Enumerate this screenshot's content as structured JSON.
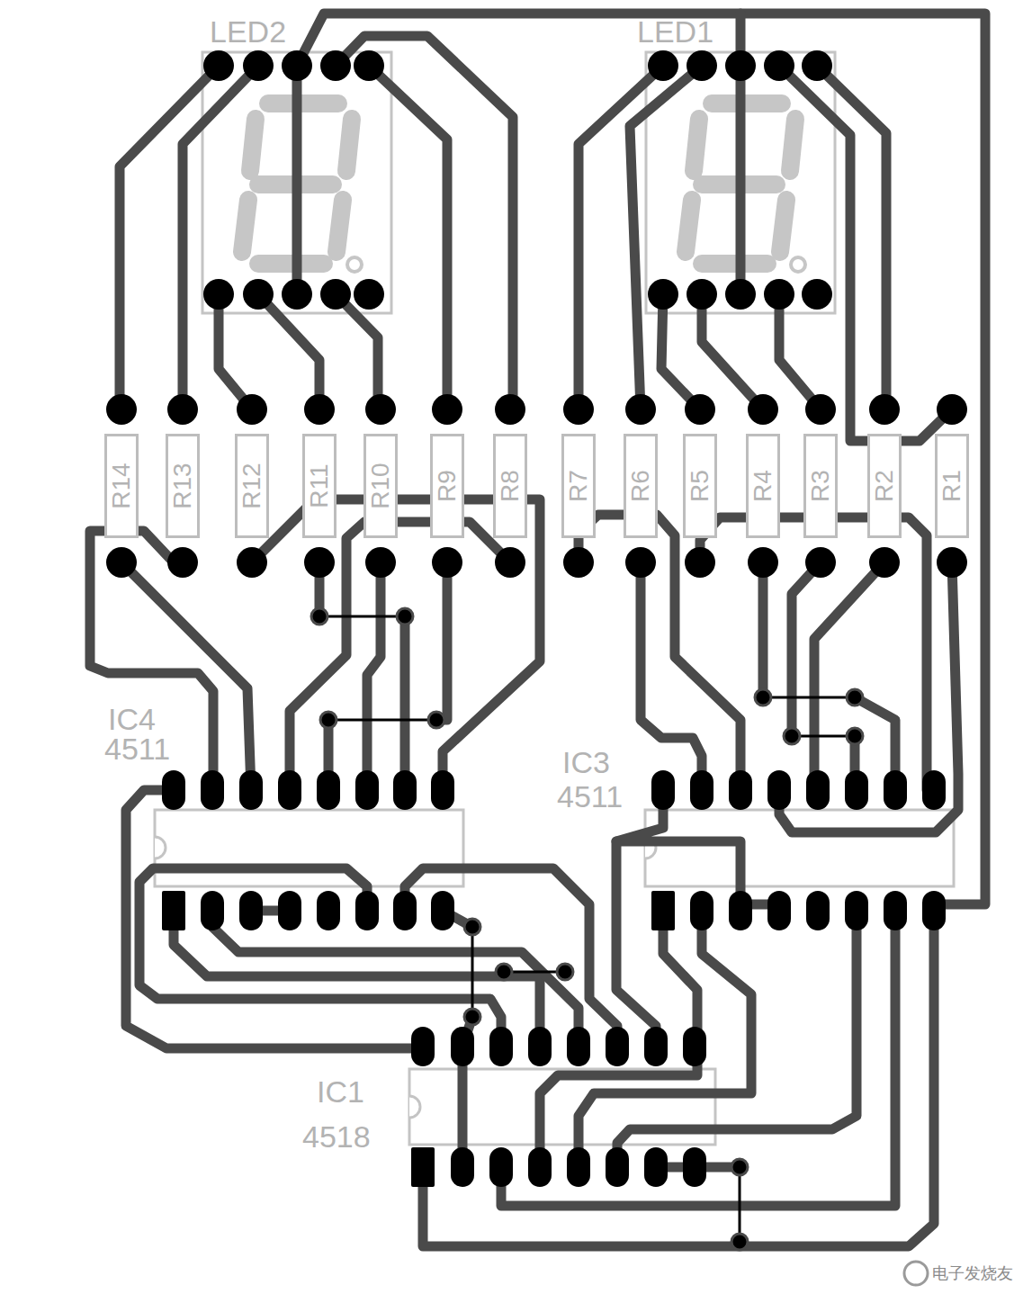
{
  "diagram": {
    "nodes": [
      {
        "text": [
          "LED2"
        ]
      },
      {
        "text": [
          "LED1"
        ]
      },
      {
        "text": [
          "R14"
        ]
      },
      {
        "text": [
          "R13"
        ]
      },
      {
        "text": [
          "R12"
        ]
      },
      {
        "text": [
          "R11"
        ]
      },
      {
        "text": [
          "R10"
        ]
      },
      {
        "text": [
          "R9"
        ]
      },
      {
        "text": [
          "R8"
        ]
      },
      {
        "text": [
          "R7"
        ]
      },
      {
        "text": [
          "R6"
        ]
      },
      {
        "text": [
          "R5"
        ]
      },
      {
        "text": [
          "R4"
        ]
      },
      {
        "text": [
          "R3"
        ]
      },
      {
        "text": [
          "R2"
        ]
      },
      {
        "text": [
          "R1"
        ]
      },
      {
        "text": [
          "IC4",
          "4511"
        ]
      },
      {
        "text": [
          "IC3",
          "4511"
        ]
      },
      {
        "text": [
          "IC1",
          "4518"
        ]
      }
    ],
    "labels": [
      "电子发烧友"
    ]
  }
}
